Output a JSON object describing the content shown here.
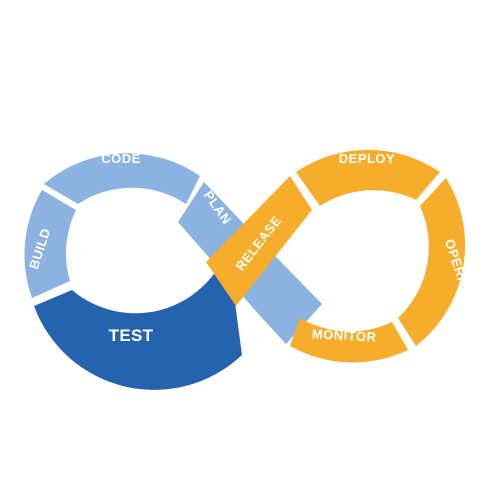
{
  "diagram": {
    "stages": {
      "plan": "PLAN",
      "code": "CODE",
      "build": "BUILD",
      "test": "TEST",
      "release": "RELEASE",
      "deploy": "DEPLOY",
      "operate": "OPERATE",
      "monitor": "MONITOR"
    },
    "colors": {
      "light_blue": "#8bb2e0",
      "dark_blue": "#2563ae",
      "orange": "#f6ad2b"
    }
  }
}
